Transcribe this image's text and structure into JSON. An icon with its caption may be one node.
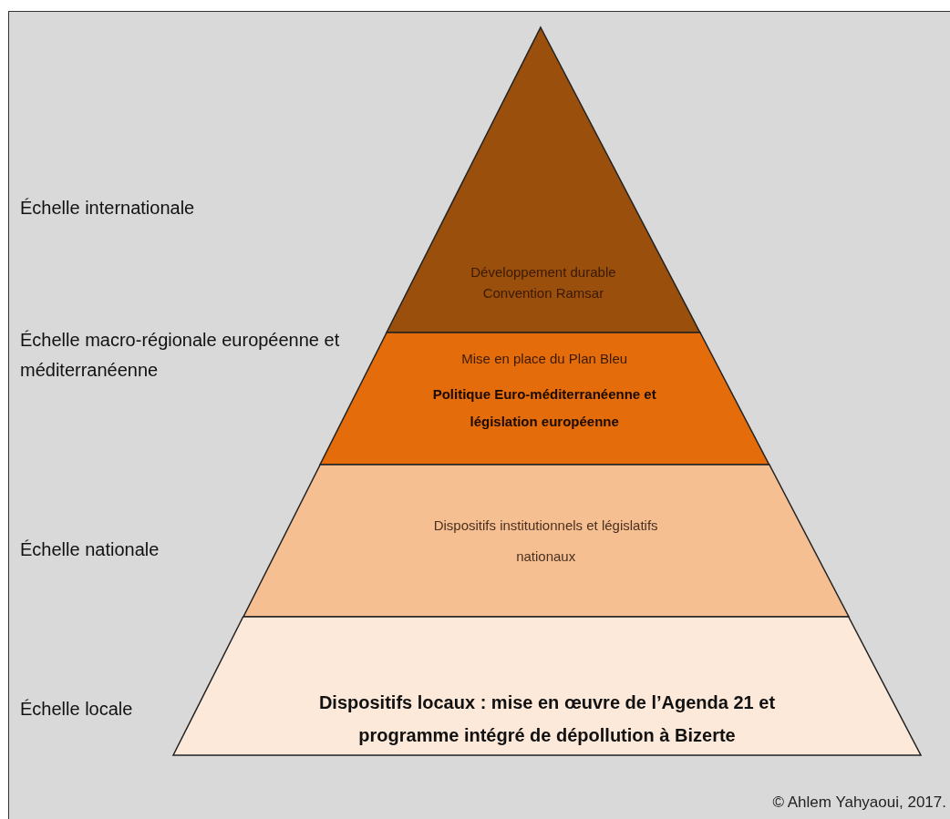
{
  "diagram": {
    "nodes": [
      {
        "text": [
          "Développement durable",
          "Convention Ramsar"
        ]
      },
      {
        "text": [
          "Mise en place du Plan Bleu",
          "Politique Euro-méditerranéenne et législation européenne"
        ]
      },
      {
        "text": [
          "Dispositifs institutionnels et législatifs nationaux"
        ]
      },
      {
        "text": [
          "Dispositifs locaux : mise en œuvre de l’Agenda 21 et programme intégré de dépollution à Bizerte"
        ]
      }
    ],
    "edges": [],
    "labels": [
      "Échelle internationale",
      "Échelle macro-régionale européenne et méditerranéenne",
      "Échelle nationale",
      "Échelle locale",
      "© Ahlem Yahyaoui, 2017."
    ]
  }
}
